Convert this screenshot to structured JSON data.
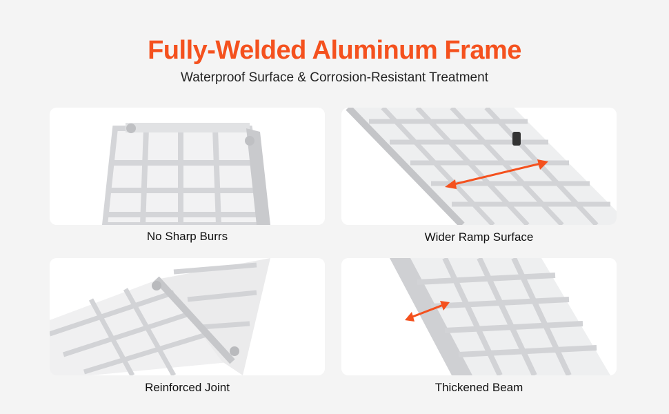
{
  "header": {
    "title": "Fully-Welded Aluminum Frame",
    "subtitle": "Waterproof Surface & Corrosion-Resistant Treatment"
  },
  "features": [
    {
      "label": "No Sharp Burrs"
    },
    {
      "label": "Wider Ramp Surface"
    },
    {
      "label": "Reinforced Joint"
    },
    {
      "label": "Thickened Beam"
    }
  ],
  "colors": {
    "accent": "#f4511e",
    "metal": "#d9dadc",
    "background": "#f4f4f4"
  }
}
